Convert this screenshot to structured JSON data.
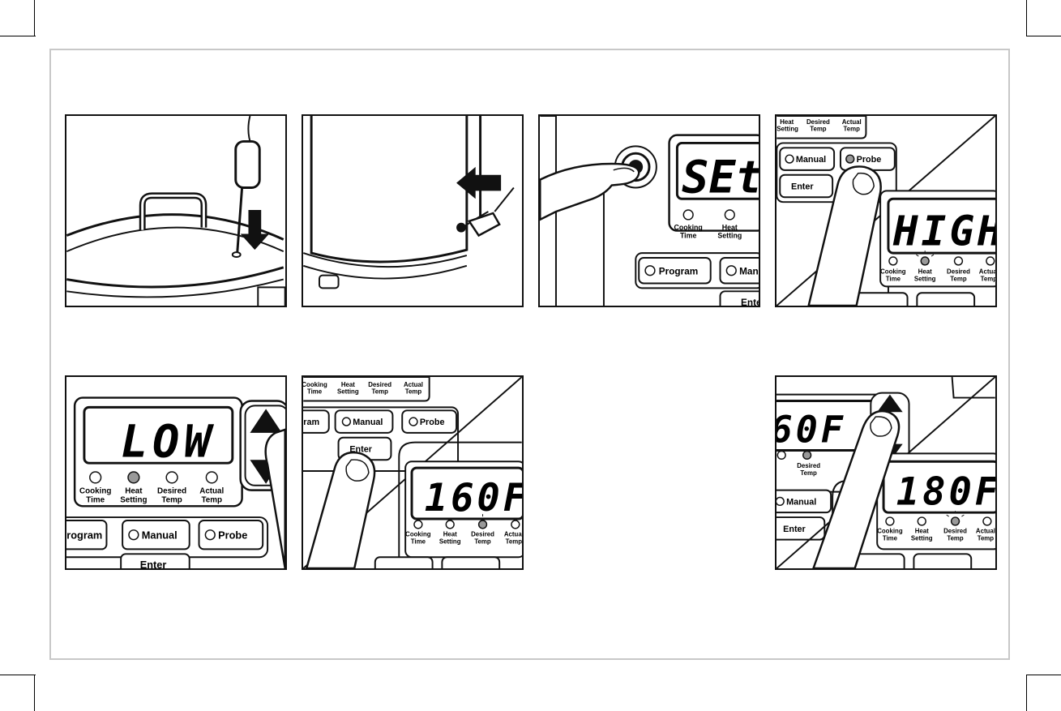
{
  "steps": [
    {
      "id": 1,
      "display": ""
    },
    {
      "id": 2,
      "display": ""
    },
    {
      "id": 3,
      "display": "SEt"
    },
    {
      "id": 4,
      "display": "HIGH"
    },
    {
      "id": 5,
      "display": "LOW"
    },
    {
      "id": 6,
      "display": "160F"
    },
    {
      "id": 7,
      "display": "180F",
      "secondary": "60F"
    }
  ],
  "labels": {
    "cooking": [
      "Cooking",
      "Time"
    ],
    "heat": [
      "Heat",
      "Setting"
    ],
    "desired": [
      "Desired",
      "Temp"
    ],
    "actual": [
      "Actual",
      "Temp"
    ],
    "program": "Program",
    "manual": "Manual",
    "probe": "Probe",
    "enter": "Enter",
    "probe_partial": "Probe",
    "program_partial": "rogram",
    "program_partial2": "ram",
    "manual_partial": "Manu",
    "enter_partial": "Ente"
  },
  "colors": {
    "line": "#111111",
    "frame": "#c8c8c8",
    "led_on": "#999999"
  }
}
